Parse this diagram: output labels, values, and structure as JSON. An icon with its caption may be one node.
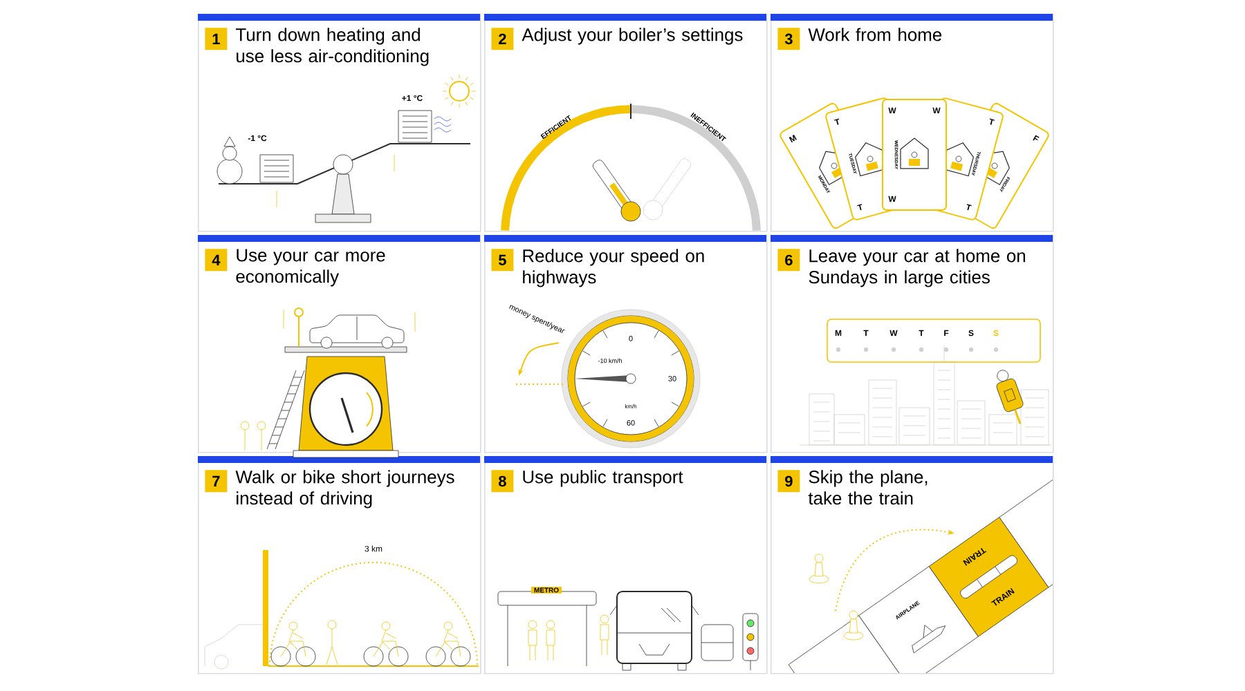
{
  "diagram": {
    "nodes": [
      {
        "text": [
          "1",
          "Turn down heating and use less air-conditioning"
        ]
      },
      {
        "text": [
          "2",
          "Adjust your boiler’s settings"
        ]
      },
      {
        "text": [
          "3",
          "Work from home"
        ]
      },
      {
        "text": [
          "4",
          "Use your car more economically"
        ]
      },
      {
        "text": [
          "5",
          "Reduce your speed on highways"
        ]
      },
      {
        "text": [
          "6",
          "Leave your car at home on Sundays in large cities"
        ]
      },
      {
        "text": [
          "7",
          "Walk or bike short journeys instead of driving"
        ]
      },
      {
        "text": [
          "8",
          "Use public transport"
        ]
      },
      {
        "text": [
          "9",
          "Skip the plane, take the train"
        ]
      }
    ],
    "labels": [
      "-1 °C",
      "+1 °C",
      "EFFICIENT",
      "INEFFICIENT",
      "M",
      "MONDAY",
      "T",
      "TUESDAY",
      "T",
      "W",
      "W",
      "WEDNESDAY",
      "W",
      "T",
      "THURSDAY",
      "T",
      "F",
      "FRIDAY",
      "money spent/year",
      "0",
      "-10 km/h",
      "30",
      "km/h",
      "60",
      "M",
      "T",
      "W",
      "T",
      "F",
      "S",
      "S",
      "3 km",
      "METRO",
      "TRAIN",
      "AIRPLANE",
      "TRAIN"
    ]
  }
}
